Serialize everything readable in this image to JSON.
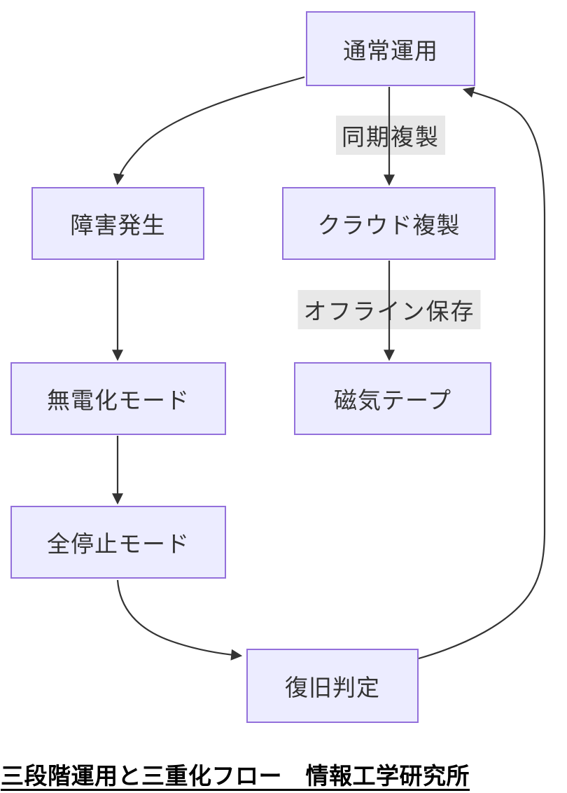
{
  "diagram": {
    "nodes": [
      {
        "id": "normal-operation",
        "label": "通常運用"
      },
      {
        "id": "failure-occurred",
        "label": "障害発生"
      },
      {
        "id": "cloud-replication",
        "label": "クラウド複製"
      },
      {
        "id": "unpowered-mode",
        "label": "無電化モード"
      },
      {
        "id": "magnetic-tape",
        "label": "磁気テープ"
      },
      {
        "id": "full-stop-mode",
        "label": "全停止モード"
      },
      {
        "id": "recovery-judgment",
        "label": "復旧判定"
      }
    ],
    "edge_labels": [
      {
        "id": "sync-replication",
        "label": "同期複製"
      },
      {
        "id": "offline-storage",
        "label": "オフライン保存"
      }
    ],
    "edges": [
      {
        "from": "通常運用",
        "to": "障害発生",
        "label": ""
      },
      {
        "from": "通常運用",
        "to": "クラウド複製",
        "label": "同期複製"
      },
      {
        "from": "障害発生",
        "to": "無電化モード",
        "label": ""
      },
      {
        "from": "クラウド複製",
        "to": "磁気テープ",
        "label": "オフライン保存"
      },
      {
        "from": "無電化モード",
        "to": "全停止モード",
        "label": ""
      },
      {
        "from": "全停止モード",
        "to": "復旧判定",
        "label": ""
      },
      {
        "from": "復旧判定",
        "to": "通常運用",
        "label": ""
      }
    ],
    "caption": "三段階運用と三重化フロー　情報工学研究所",
    "colors": {
      "node_fill": "#ECECFF",
      "node_border": "#9370DB",
      "edge": "#333333",
      "label_bg": "#e8e8e8",
      "text": "#333333",
      "caption_text": "#000000"
    }
  }
}
